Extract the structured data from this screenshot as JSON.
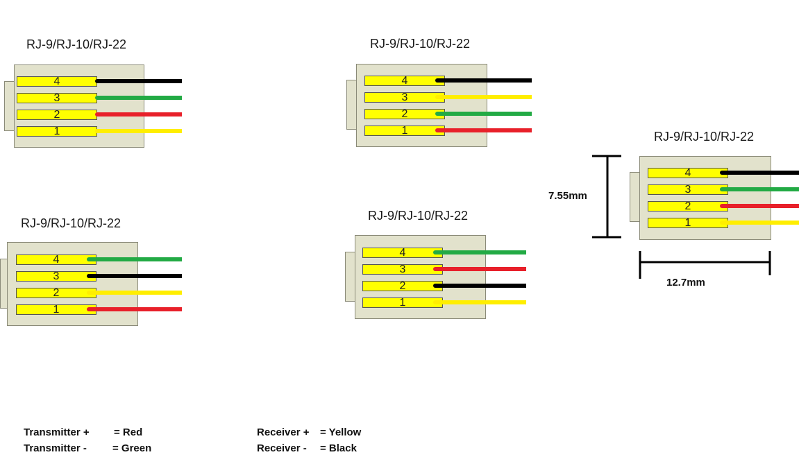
{
  "connectors": [
    {
      "title": "RJ-9/RJ-10/RJ-22",
      "pins": [
        "4",
        "3",
        "2",
        "1"
      ],
      "wires": [
        "#000000",
        "#22aa44",
        "#e8202a",
        "#ffee00"
      ]
    },
    {
      "title": "RJ-9/RJ-10/RJ-22",
      "pins": [
        "4",
        "3",
        "2",
        "1"
      ],
      "wires": [
        "#000000",
        "#ffee00",
        "#22aa44",
        "#e8202a"
      ]
    },
    {
      "title": "RJ-9/RJ-10/RJ-22",
      "pins": [
        "4",
        "3",
        "2",
        "1"
      ],
      "wires": [
        "#22aa44",
        "#000000",
        "#ffee00",
        "#e8202a"
      ]
    },
    {
      "title": "RJ-9/RJ-10/RJ-22",
      "pins": [
        "4",
        "3",
        "2",
        "1"
      ],
      "wires": [
        "#22aa44",
        "#e8202a",
        "#000000",
        "#ffee00"
      ]
    },
    {
      "title": "RJ-9/RJ-10/RJ-22",
      "pins": [
        "4",
        "3",
        "2",
        "1"
      ],
      "wires": [
        "#000000",
        "#22aa44",
        "#e8202a",
        "#ffee00"
      ]
    }
  ],
  "dimensions": {
    "height": "7.55mm",
    "width": "12.7mm"
  },
  "legend": [
    {
      "label": "Transmitter +",
      "value": "= Red"
    },
    {
      "label": "Transmitter -",
      "value": "= Green"
    },
    {
      "label": "Receiver +",
      "value": "= Yellow"
    },
    {
      "label": "Receiver -",
      "value": "= Black"
    }
  ]
}
